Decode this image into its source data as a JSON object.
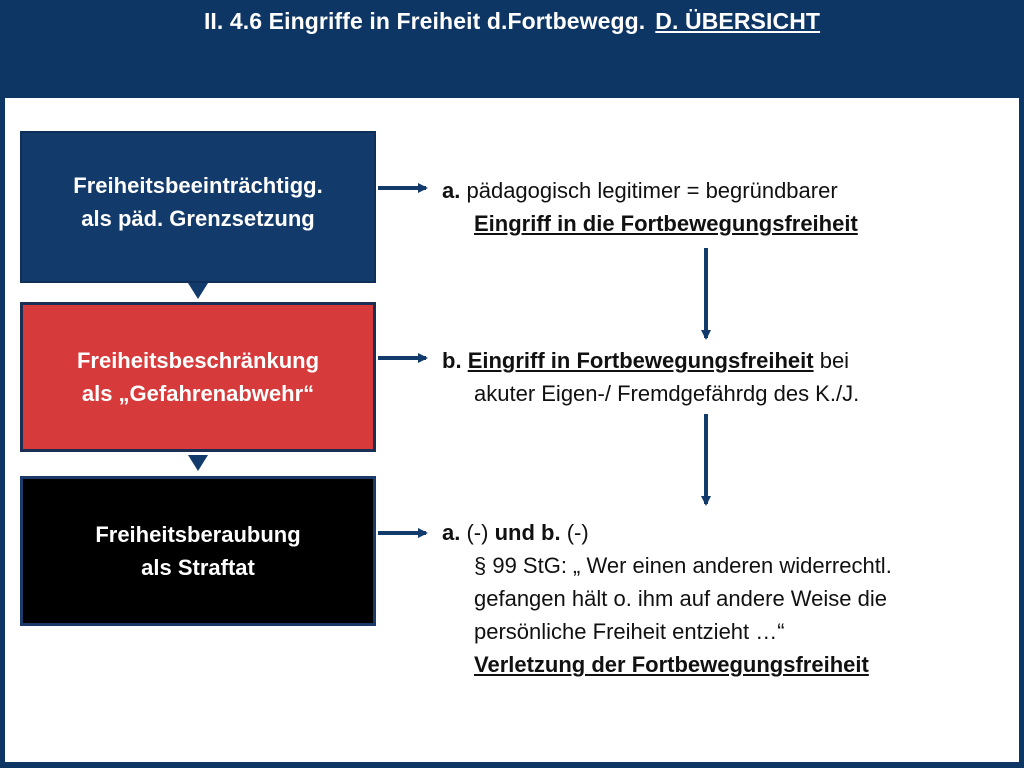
{
  "title": {
    "main": "II. 4.6 Eingriffe in Freiheit d.Fortbewegg.",
    "section": "D. ÜBERSICHT"
  },
  "boxes": [
    {
      "line1": "Freiheitsbeeinträchtigg.",
      "line2": "als  päd. Grenzsetzung",
      "color": "#123a6a"
    },
    {
      "line1": "Freiheitsbeschränkung",
      "line2": "als  „Gefahrenabwehr“",
      "color": "#d63a3a"
    },
    {
      "line1": "Freiheitsberaubung",
      "line2": "als Straftat",
      "color": "#000000"
    }
  ],
  "texts": {
    "a": {
      "marker": "a.",
      "line1": "pädagogisch  legitimer =  begründbarer",
      "line2": "Eingriff in die Fortbewegungsfreiheit"
    },
    "b": {
      "marker": "b.",
      "line1_ul": "Eingriff in Fortbewegungsfreiheit",
      "line1_rest": "bei",
      "line2": "akuter Eigen-/ Fremdgefährdg des K./J."
    },
    "c": {
      "marker_a": "a.",
      "neg_a": "(-)",
      "und_b": "und b.",
      "neg_b": "(-)",
      "line2": "§ 99 StG: „ Wer einen anderen widerrechtl.",
      "line3": "gefangen hält o. ihm auf andere Weise die",
      "line4": "persönliche Freiheit entzieht …“",
      "line5": "Verletzung  der  Fortbewegungsfreiheit"
    }
  },
  "colors": {
    "accent": "#0e3665",
    "red": "#d63a3a",
    "arrow": "#123a6a"
  }
}
